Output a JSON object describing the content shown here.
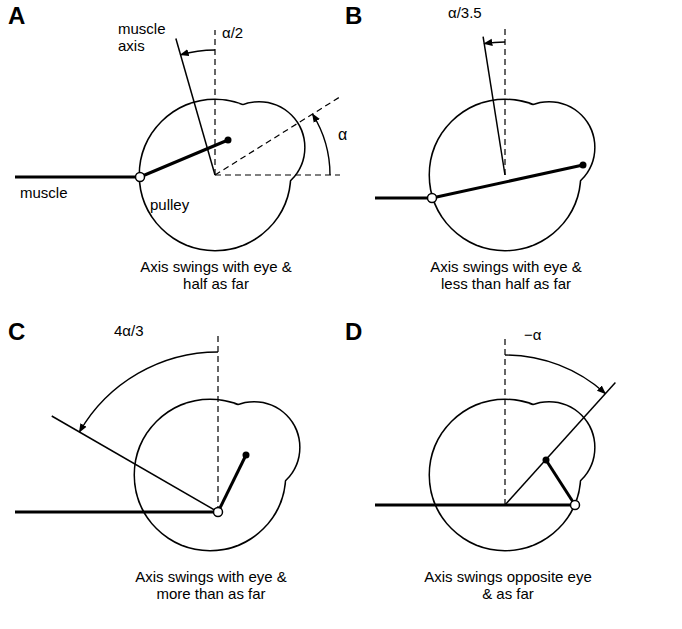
{
  "diagram": {
    "labels": [
      "A",
      "muscle axis",
      "α/2",
      "α",
      "muscle",
      "pulley",
      "Axis swings with eye & half as far",
      "B",
      "α/3.5",
      "Axis swings with eye & less than half as far",
      "C",
      "4α/3",
      "Axis swings with eye & more than as far",
      "D",
      "−α",
      "Axis swings opposite eye & as far"
    ]
  }
}
